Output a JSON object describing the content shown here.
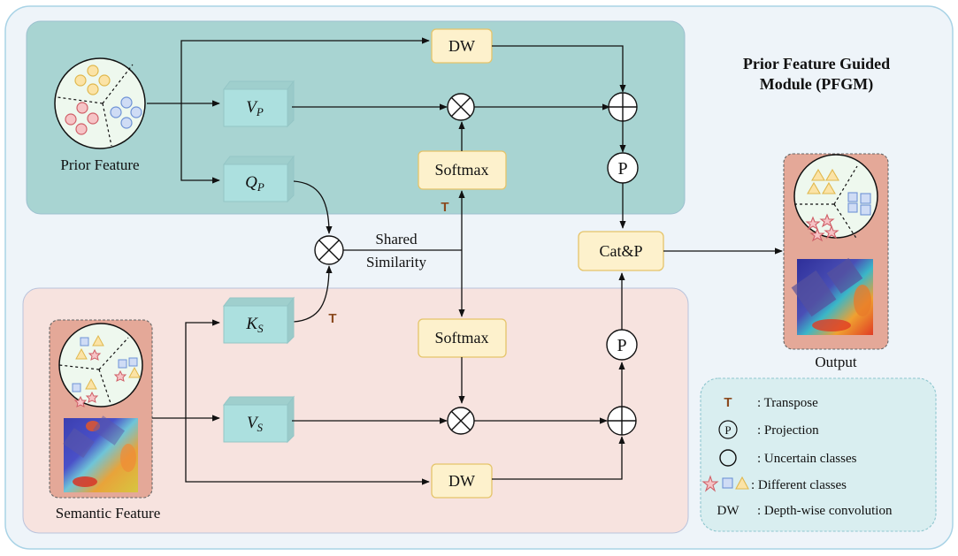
{
  "title": {
    "line1": "Prior Feature Guided",
    "line2": "Module (PFGM)"
  },
  "colors": {
    "outer_bg": "#eef4f9",
    "outer_border": "#a9d3e6",
    "prior_panel": "#a8d4d2",
    "semantic_panel": "#f7e3df",
    "yellow_box": "#fdf1cc",
    "yellow_border": "#e5c46a",
    "teal_box": "#ace0df",
    "legend_bg": "#d9eef0",
    "transpose_color": "#8b4a1f",
    "feature_card": "#e4a898"
  },
  "prior": {
    "label": "Prior Feature",
    "v_label": "V",
    "v_sub": "P",
    "q_label": "Q",
    "q_sub": "P",
    "dw": "DW",
    "softmax": "Softmax",
    "p": "P"
  },
  "semantic": {
    "label": "Semantic Feature",
    "k_label": "K",
    "k_sub": "S",
    "v_label": "V",
    "v_sub": "S",
    "dw": "DW",
    "softmax": "Softmax",
    "p": "P"
  },
  "shared": {
    "line1": "Shared",
    "line2": "Similarity"
  },
  "transpose_mark": "T",
  "cat_p": "Cat&P",
  "output_label": "Output",
  "legend": {
    "items": [
      {
        "symbol": "T",
        "text": ": Transpose"
      },
      {
        "symbol": "P",
        "text": ": Projection"
      },
      {
        "symbol": "circle",
        "text": ": Uncertain classes"
      },
      {
        "symbol": "star-square-triangle",
        "text": ": Different classes"
      },
      {
        "symbol": "DW",
        "text": ": Depth-wise convolution"
      }
    ]
  }
}
